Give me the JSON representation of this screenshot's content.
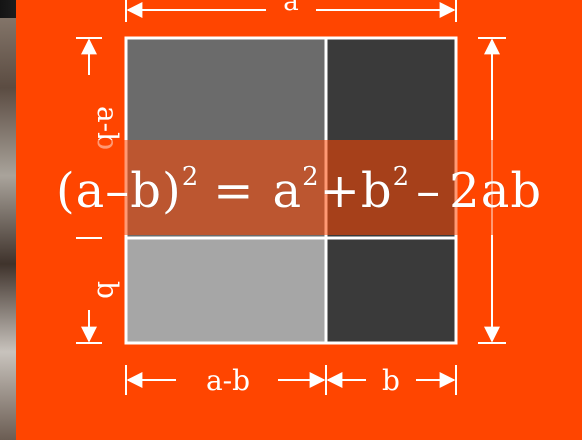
{
  "labels": {
    "top_a": "a",
    "left_a_minus_b": "a-b",
    "left_b": "b",
    "bottom_a_minus_b": "a-b",
    "bottom_b": "b"
  },
  "formula": {
    "lhs": "(a–b)",
    "lhs_exp": "2",
    "equals": "=",
    "a": "a",
    "a_exp": "2",
    "plus": "+",
    "b": "b",
    "b_exp": "2",
    "minus": "–",
    "tail": "2ab"
  },
  "colors": {
    "background": "#ff4500",
    "tile_light_gray": "#a6a6a6",
    "tile_mid_gray": "#6b6b6b",
    "tile_dark": "#3a3a3a",
    "lines": "#ffffff"
  },
  "icons": {
    "arrow_left": "arrow-left-icon",
    "arrow_right": "arrow-right-icon",
    "arrow_up": "arrow-up-icon",
    "arrow_down": "arrow-down-icon"
  }
}
